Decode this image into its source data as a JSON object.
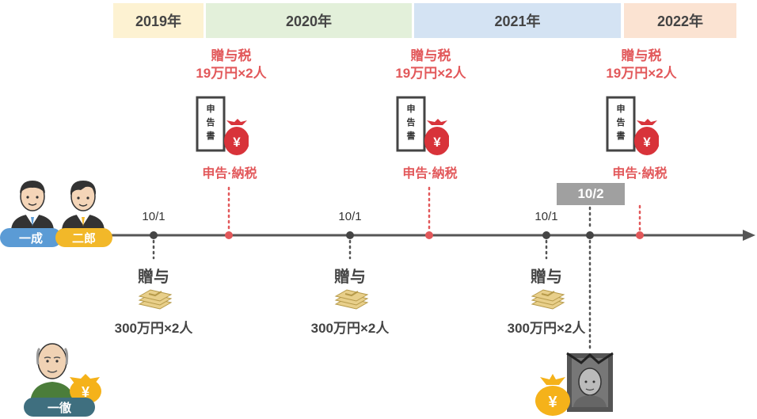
{
  "years": [
    {
      "label": "2019年",
      "color": "#fdf2d2"
    },
    {
      "label": "2020年",
      "color": "#e3f0da"
    },
    {
      "label": "2021年",
      "color": "#d4e3f3"
    },
    {
      "label": "2022年",
      "color": "#fbe3d2"
    }
  ],
  "tax_events": [
    {
      "tax_label": "贈与税",
      "tax_amount": "19万円×2人",
      "doc_chars": [
        "申",
        "告",
        "書"
      ],
      "coin": "¥",
      "filing_label": "申告·納税"
    },
    {
      "tax_label": "贈与税",
      "tax_amount": "19万円×2人",
      "doc_chars": [
        "申",
        "告",
        "書"
      ],
      "coin": "¥",
      "filing_label": "申告·納税"
    },
    {
      "tax_label": "贈与税",
      "tax_amount": "19万円×2人",
      "doc_chars": [
        "申",
        "告",
        "書"
      ],
      "coin": "¥",
      "filing_label": "申告·納税"
    }
  ],
  "gift_events": [
    {
      "date": "10/1",
      "label": "贈与",
      "amount": "300万円×2人"
    },
    {
      "date": "10/1",
      "label": "贈与",
      "amount": "300万円×2人"
    },
    {
      "date": "10/1",
      "label": "贈与",
      "amount": "300万円×2人"
    }
  ],
  "death_event": {
    "date": "10/2",
    "coin": "¥"
  },
  "people": {
    "recipients": [
      {
        "name": "一成",
        "color": "#5b9bd5"
      },
      {
        "name": "二郎",
        "color": "#f2b829"
      }
    ],
    "donor": {
      "name": "一徹",
      "color": "#3f6f7f",
      "coin": "¥"
    }
  },
  "colors": {
    "timeline": "#555555",
    "tax_accent": "#e2585a",
    "money_bag": "#f5b21a",
    "tax_bag": "#d8333a"
  }
}
